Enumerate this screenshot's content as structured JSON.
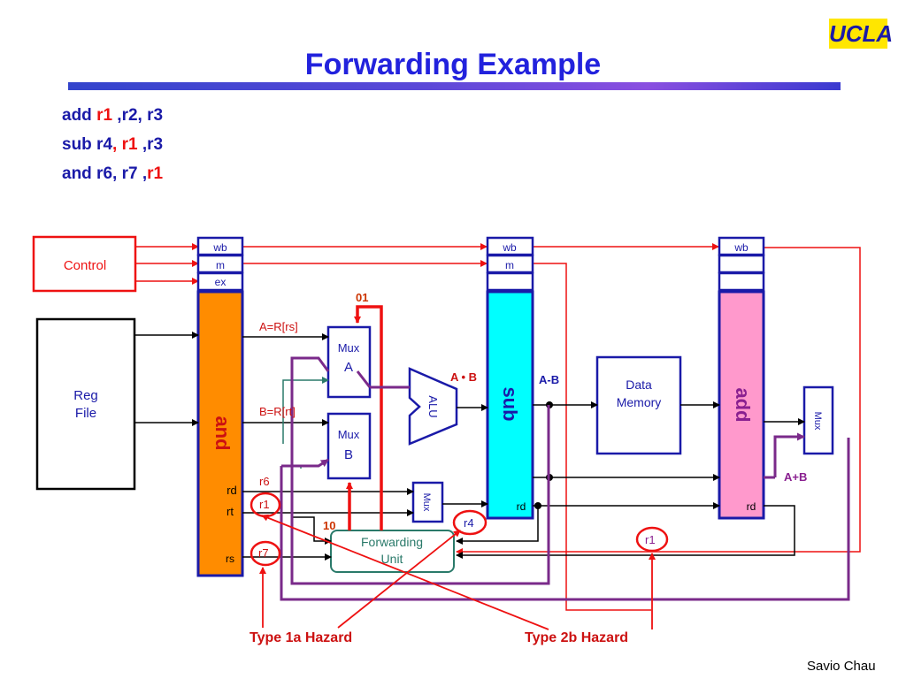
{
  "header": {
    "title": "Forwarding Example",
    "logo": "UCLA"
  },
  "code": [
    {
      "a": "add ",
      "b": "r1",
      "c": " ,r2, r3"
    },
    {
      "a": "sub r4",
      "b": ", r1",
      "c": " ,r3"
    },
    {
      "a": "and r6, r7 ,",
      "b": "r1",
      "c": ""
    }
  ],
  "diagram": {
    "control": "Control",
    "reg_file": [
      "Reg",
      "File"
    ],
    "stage1": {
      "fields": [
        "wb",
        "m",
        "ex"
      ],
      "instr": "and",
      "rd": "rd",
      "rt": "rt",
      "rs": "rs"
    },
    "stage2": {
      "fields": [
        "wb",
        "m"
      ],
      "instr": "sub",
      "rd": "rd"
    },
    "stage3": {
      "fields": [
        "wb"
      ],
      "instr": "add",
      "rd": "rd"
    },
    "labels": {
      "a_rs": "A=R[rs]",
      "b_rt": "B=R[rt]",
      "sel01": "01",
      "sel10": "10",
      "a_dot_b": "A • B",
      "a_minus_b": "A-B",
      "a_plus_b": "A+B",
      "r6": "r6",
      "r1": "r1",
      "r7": "r7",
      "r4": "r4",
      "r1b": "r1"
    },
    "mux_a": [
      "Mux",
      "A"
    ],
    "mux_b": [
      "Mux",
      "B"
    ],
    "mux": "Mux",
    "alu": "ALU",
    "data_memory": [
      "Data",
      "Memory"
    ],
    "forwarding_unit": [
      "Forwarding",
      "Unit"
    ],
    "hazards": {
      "type1a": "Type 1a Hazard",
      "type2b": "Type 2b Hazard"
    }
  },
  "footer": {
    "author": "Savio Chau"
  },
  "colors": {
    "title": "#2222dd",
    "red": "#ee1111",
    "purple": "#7a2a8a",
    "teal": "#2a7a6a",
    "orange": "#ff8c00",
    "cyan": "#00ffff",
    "pink": "#ff99cc"
  }
}
